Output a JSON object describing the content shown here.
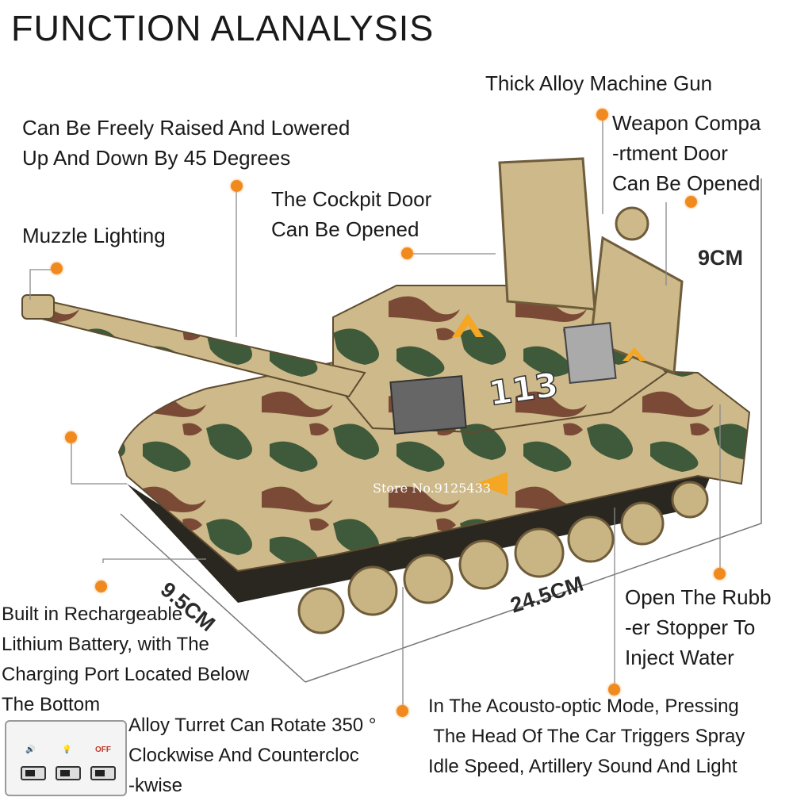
{
  "title": "FUNCTION ALANALYSIS",
  "labels": {
    "machine_gun": "Thick Alloy Machine Gun",
    "raise_lower": "Can Be Freely Raised And Lowered\nUp And Down By 45 Degrees",
    "weapon_door": "Weapon Compa\n-rtment Door\nCan Be Opened",
    "cockpit_door": "The Cockpit Door\nCan Be Opened",
    "muzzle": "Muzzle Lighting",
    "battery": "Built in Rechargeable\nLithium Battery, with The\nCharging Port Located Below\nThe Bottom",
    "water": "Open The Rubb\n-er Stopper To\nInject Water",
    "turret": "Alloy Turret Can Rotate 350 °\nClockwise And Countercloc\n-kwise",
    "acousto": "In The Acousto-optic Mode, Pressing\n The Head Of The Car Triggers Spray\nIdle Speed, Artillery Sound And Light"
  },
  "dimensions": {
    "height": "9CM",
    "width": "9.5CM",
    "length": "24.5CM"
  },
  "tank": {
    "number": "113",
    "store_watermark": "Store No.9125433"
  },
  "remote": {
    "sound_icon": "🔊",
    "light_icon": "💡",
    "off_label": "OFF"
  },
  "colors": {
    "accent_dot": "#f08a1e",
    "camo_sand": "#cdb98a",
    "camo_brown": "#7a4a36",
    "camo_green": "#3f5a3a"
  }
}
